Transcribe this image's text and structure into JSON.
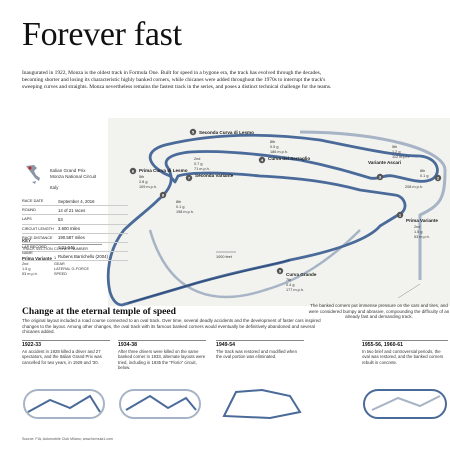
{
  "title": "Forever fast",
  "intro": "Inaugurated in 1922, Monza is the oldest track in Formula One. Built for speed in a bygone era, the track has evolved through the decades, becoming shorter and losing its characteristic highly banked corners, while chicanes were added throughout the 1970s to interrupt the track's sweeping curves and straights. Monza nevertheless remains the fastest track in the series, and poses a distinct technical challenge for the teams.",
  "venue": {
    "name": "Italian Grand Prix",
    "circuit": "Monza National Circuit",
    "country": "Italy"
  },
  "race_info": [
    {
      "key": "RACE DATE",
      "value": "September 4, 2016"
    },
    {
      "key": "ROUND",
      "value": "14 of 21 races"
    },
    {
      "key": "LAPS",
      "value": "53"
    },
    {
      "key": "CIRCUIT LENGTH",
      "value": "3.600 miles"
    },
    {
      "key": "RACE DISTANCE",
      "value": "190.587 miles"
    },
    {
      "key": "LAP RECORD",
      "value": "1:21.046"
    },
    {
      "key": "",
      "value": "Rubens Barrichello (2004)"
    }
  ],
  "key_section": {
    "label": "KEY",
    "col1": "TRACK SECTION NAME",
    "col2": "CORNER NUMBER",
    "sample_name": "Prima Variante",
    "sample_corner": "1",
    "gear": "2nd",
    "gear_label": "GEAR",
    "gforce": "1.5 g",
    "gforce_label": "LATERAL G-FORCE",
    "speed": "53 m.p.h.",
    "speed_label": "SPEED"
  },
  "corners": [
    {
      "num": "1",
      "name": "Prima Variante",
      "stats": [
        "2nd",
        "1.5 g",
        "53 m.p.h."
      ]
    },
    {
      "num": "2",
      "name": "",
      "stats": [
        "8th",
        "0.1 g",
        "208 m.p.h."
      ]
    },
    {
      "num": "3",
      "name": "Variante Ascari",
      "stats": [
        "5th",
        "1.2 g",
        "112 m.p.h."
      ]
    },
    {
      "num": "4",
      "name": "Curva del Serraglio",
      "stats": [
        "8th",
        "0.5 g",
        "186 m.p.h."
      ]
    },
    {
      "num": "5",
      "name": "Seconda Curva di Lesmo",
      "stats": []
    },
    {
      "num": "6",
      "name": "Prima Curva di Lesmo",
      "stats": [
        "5th",
        "2.8 g",
        "109 m.p.h."
      ]
    },
    {
      "num": "7",
      "name": "Seconda Variante",
      "stats": [
        "2nd",
        "0.7 g",
        "71 m.p.h."
      ]
    },
    {
      "num": "8",
      "name": "",
      "stats": [
        "8th",
        "0.1 g",
        "198 m.p.h."
      ]
    },
    {
      "num": "9",
      "name": "Curva Grande",
      "stats": [
        "7th",
        "0.4 g",
        "177 m.p.h."
      ]
    }
  ],
  "scale_label": "1000 feet",
  "callout": "The banked corners put immense pressure on the cars and tires, and were considered bumpy and abrasive, compounding the difficulty of an already fast and demanding track.",
  "change_title": "Change at the eternal temple of speed",
  "change_text": "The original layout included a road course connected to an oval track. Over time, several deadly accidents and the development of faster cars inspired changes to the layout. Among other changes, the oval track with its famous banked corners would eventually be definitively abandoned and several chicanes added.",
  "eras": [
    {
      "year": "1922-33",
      "text": "An accident in 1928 killed a driver and 27 spectators, and the Italian Grand Prix was cancelled for two years, in 1929 and '30."
    },
    {
      "year": "1934-38",
      "text": "After three drivers were killed on the same banked corner in 1933, alternate layouts were tried, including in 1935 the \"Florio\" circuit, below."
    },
    {
      "year": "1949-54",
      "text": "The track was restored and modified when the oval portion was eliminated."
    },
    {
      "year": "1955-56, 1960-61",
      "text": "In two brief and controversial periods, the oval was restored, and the banked corners rebuilt in concrete."
    }
  ],
  "source": "Source: FIA; Automobile Club Milano; www.formula1.com",
  "colors": {
    "track": "#4a6a9a",
    "track_light": "#a7b4c6",
    "corner": "#555555",
    "map_bg": "#f2f2ee"
  }
}
